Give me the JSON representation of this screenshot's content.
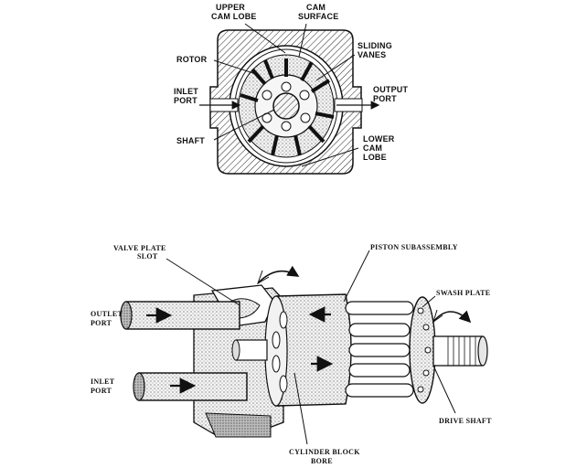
{
  "vane_pump": {
    "labels": {
      "upper_cam_lobe_1": "UPPER",
      "upper_cam_lobe_2": "CAM LOBE",
      "cam_surface_1": "CAM",
      "cam_surface_2": "SURFACE",
      "sliding_vanes_1": "SLIDING",
      "sliding_vanes_2": "VANES",
      "rotor": "ROTOR",
      "inlet_port_1": "INLET",
      "inlet_port_2": "PORT",
      "output_port_1": "OUTPUT",
      "output_port_2": "PORT",
      "shaft": "SHAFT",
      "lower_cam_lobe_1": "LOWER",
      "lower_cam_lobe_2": "CAM",
      "lower_cam_lobe_3": "LOBE"
    }
  },
  "piston_pump": {
    "labels": {
      "valve_plate_slot_1": "VALVE PLATE",
      "valve_plate_slot_2": "SLOT",
      "piston_subassembly": "PISTON SUBASSEMBLY",
      "swash_plate": "SWASH PLATE",
      "outlet_port_1": "OUTLET",
      "outlet_port_2": "PORT",
      "inlet_port_1": "INLET",
      "inlet_port_2": "PORT",
      "drive_shaft": "DRIVE SHAFT",
      "cylinder_block_bore_1": "CYLINDER BLOCK",
      "cylinder_block_bore_2": "BORE"
    }
  }
}
